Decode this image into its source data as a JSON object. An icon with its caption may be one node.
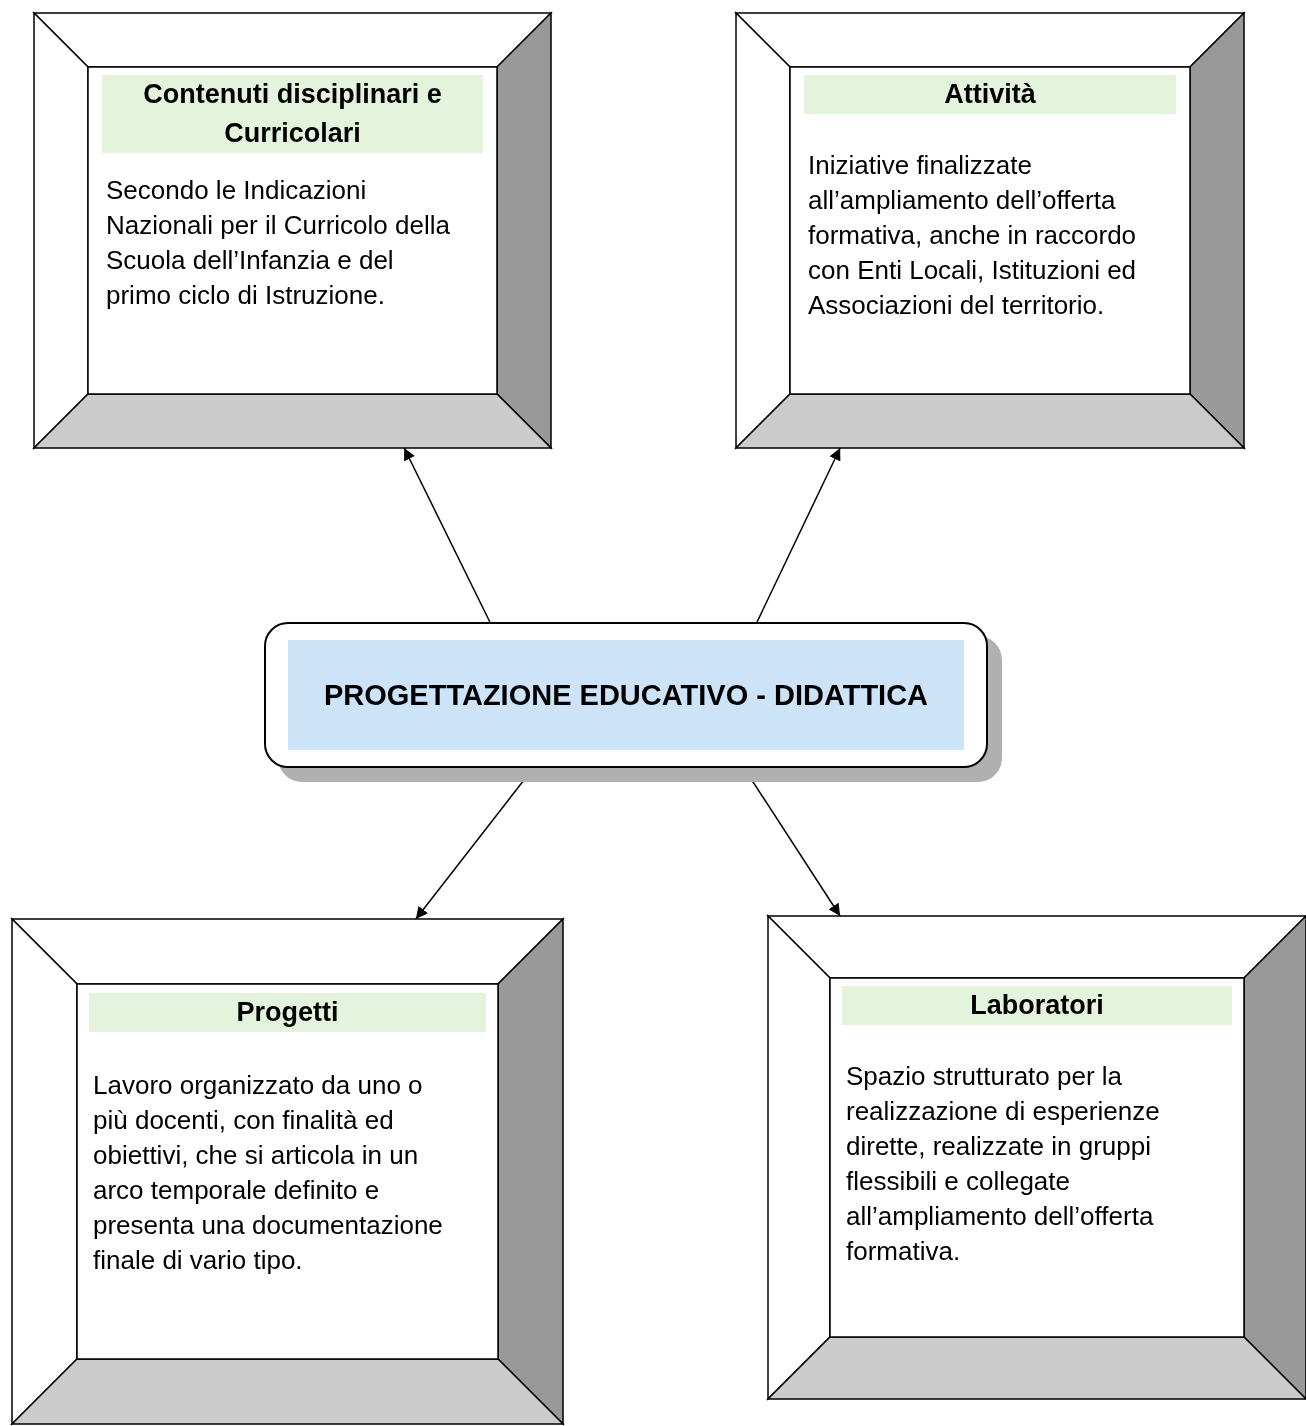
{
  "diagram": {
    "nodes": [
      {
        "text": [
          "Contenuti disciplinari e Curricolari",
          "Secondo le Indicazioni Nazionali per il Curricolo della Scuola dell’Infanzia e del primo ciclo di Istruzione."
        ]
      },
      {
        "text": [
          "Attività",
          "Iniziative finalizzate all’ampliamento dell’offerta formativa, anche in raccordo con Enti Locali, Istituzioni ed Associazioni del territorio."
        ]
      },
      {
        "text": [
          "PROGETTAZIONE EDUCATIVO - DIDATTICA"
        ]
      },
      {
        "text": [
          "Progetti",
          "Lavoro organizzato da uno o più docenti, con finalità ed obiettivi, che si articola in un arco temporale definito e presenta una documentazione finale di vario tipo."
        ]
      },
      {
        "text": [
          "Laboratori",
          "Spazio strutturato per la realizzazione di esperienze dirette, realizzate in gruppi flessibili e collegate all’ampliamento dell’offerta formativa."
        ]
      }
    ],
    "edges": [
      {
        "from": 2,
        "to": 0,
        "arrow": "to"
      },
      {
        "from": 2,
        "to": 1,
        "arrow": "to"
      },
      {
        "from": 2,
        "to": 3,
        "arrow": "to"
      },
      {
        "from": 2,
        "to": 4,
        "arrow": "to"
      }
    ]
  }
}
